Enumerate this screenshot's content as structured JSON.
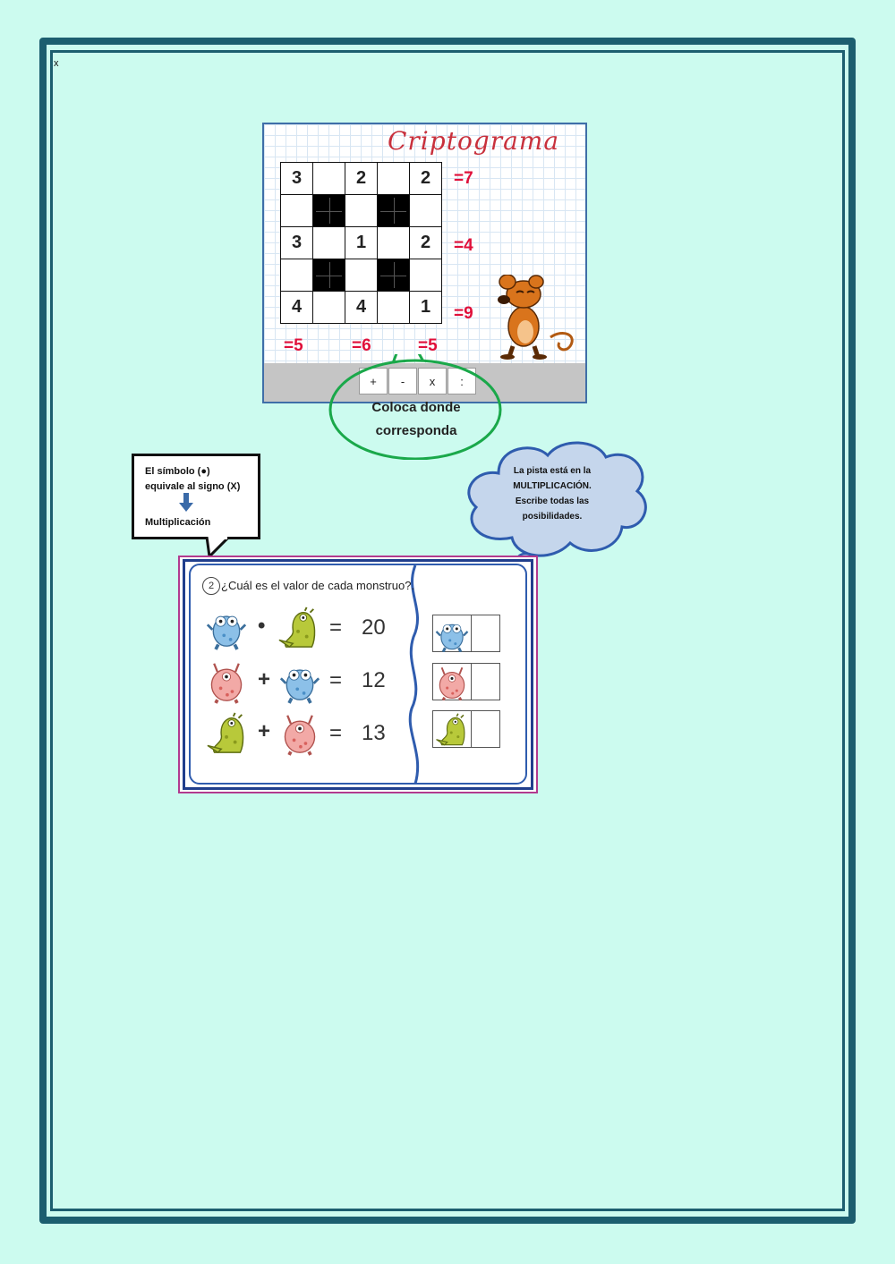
{
  "page": {
    "close_label": "x",
    "border_color": "#1c5e6f",
    "background": "#ccfbef"
  },
  "criptograma": {
    "title": "Criptograma",
    "grid": [
      [
        "3",
        "",
        "2",
        "",
        "2"
      ],
      [
        "",
        "#",
        "",
        "#",
        ""
      ],
      [
        "3",
        "",
        "1",
        "",
        "2"
      ],
      [
        "",
        "#",
        "",
        "#",
        ""
      ],
      [
        "4",
        "",
        "4",
        "",
        "1"
      ]
    ],
    "row_results": [
      "=7",
      "=4",
      "=9"
    ],
    "col_results": [
      "=5",
      "=6",
      "=5"
    ],
    "operators": [
      "+",
      "-",
      "x",
      ":"
    ],
    "accent_color": "#e0103a"
  },
  "hint_green": {
    "text_line1": "Coloca donde",
    "text_line2": "corresponda"
  },
  "callout": {
    "line1": "El símbolo (●)",
    "line2": "equivale al signo (X)",
    "arrow_icon": "arrow-down-icon",
    "line3": "Multiplicación"
  },
  "cloud": {
    "line1": "La pista está en la",
    "line2": "MULTIPLICACIÓN.",
    "line3": "Escribe todas las",
    "line4": "posibilidades."
  },
  "monsters": {
    "question_number": "2",
    "question": "¿Cuál es el valor de cada monstruo?.",
    "equations": [
      {
        "left": "blue-monster",
        "op": "•",
        "right": "green-monster",
        "result": "20"
      },
      {
        "left": "pink-monster",
        "op": "+",
        "right": "blue-monster",
        "result": "12"
      },
      {
        "left": "green-monster",
        "op": "+",
        "right": "pink-monster",
        "result": "13"
      }
    ],
    "answers": [
      {
        "monster": "blue-monster",
        "value": ""
      },
      {
        "monster": "pink-monster",
        "value": ""
      },
      {
        "monster": "green-monster",
        "value": ""
      }
    ]
  }
}
